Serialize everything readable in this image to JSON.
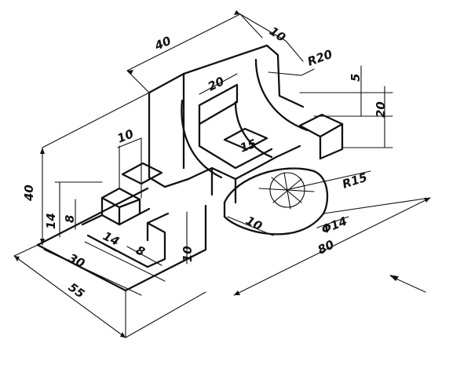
{
  "drawing": {
    "dimensions": {
      "d_top_40": "40",
      "d_top_10": "10",
      "d_r20": "R20",
      "d_20_slot": "20",
      "d_5": "5",
      "d_20_right": "20",
      "d_10_block": "10",
      "d_15": "15",
      "d_40_height": "40",
      "d_14_left": "14",
      "d_8_left": "8",
      "d_r15": "R15",
      "d_14_front": "14",
      "d_8_front": "8",
      "d_10_front": "10",
      "d_10_lug": "10",
      "d_phi14": "Φ14",
      "d_30": "30",
      "d_55": "55",
      "d_80": "80"
    },
    "icons": {
      "view_arrow": "view-direction-arrow"
    }
  }
}
